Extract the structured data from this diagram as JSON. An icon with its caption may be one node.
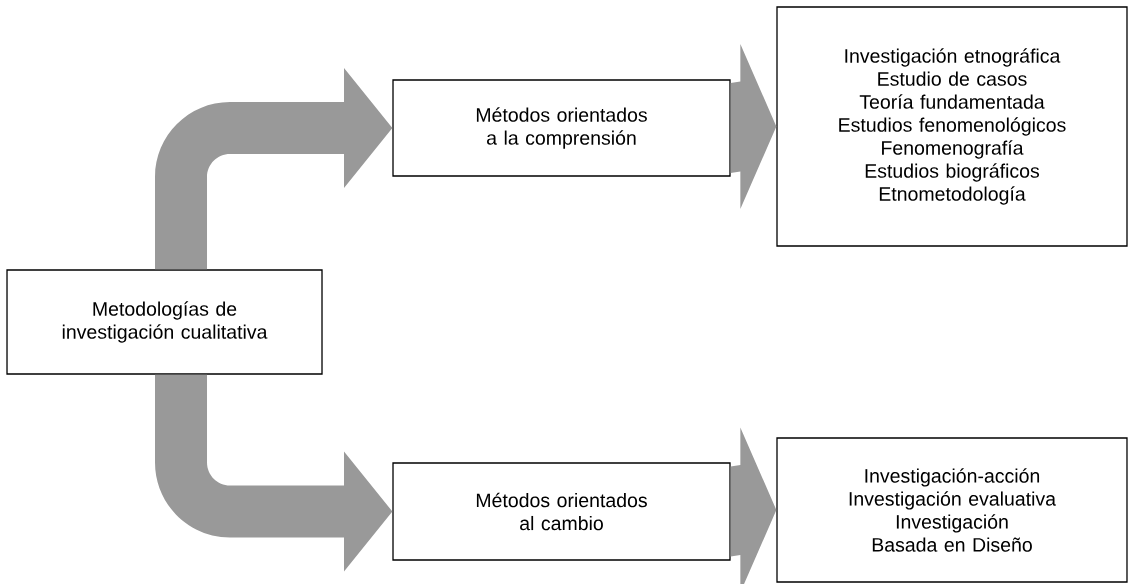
{
  "diagram": {
    "nodes": [
      {
        "text": [
          "Metodologías de investigación cualitativa"
        ]
      },
      {
        "text": [
          "Métodos orientados a la comprensión"
        ]
      },
      {
        "text": [
          "Métodos orientados al cambio"
        ]
      },
      {
        "text": [
          "Investigación etnográfica",
          "Estudio de casos",
          "Teoría fundamentada",
          "Estudios fenomenológicos",
          "Fenomenografía",
          "Estudios biográficos",
          "Etnometodología"
        ]
      },
      {
        "text": [
          "Investigación-acción",
          "Investigación evaluativa",
          "Investigación Basada en Diseño"
        ]
      }
    ],
    "edges": [
      {
        "from": 0,
        "to": 1,
        "arrow": "to"
      },
      {
        "from": 0,
        "to": 2,
        "arrow": "to"
      },
      {
        "from": 1,
        "to": 3,
        "arrow": "to"
      },
      {
        "from": 2,
        "to": 4,
        "arrow": "to"
      }
    ]
  }
}
